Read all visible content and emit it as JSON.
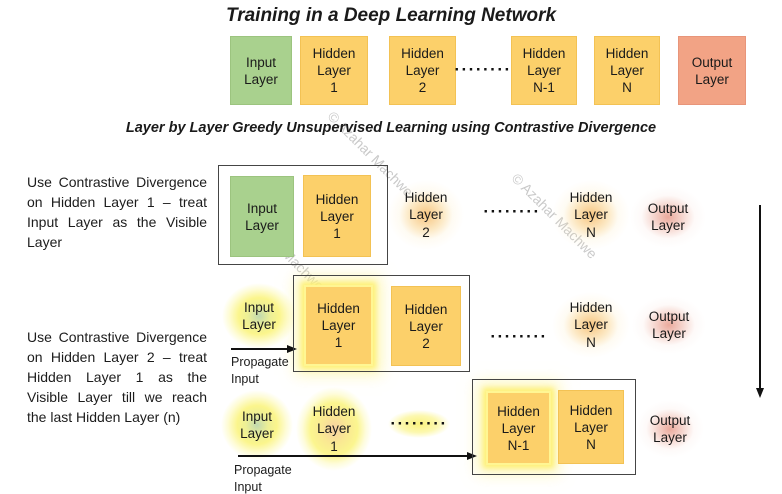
{
  "title": "Training in a Deep Learning Network",
  "subtitle": "Layer by Layer Greedy Unsupervised Learning using Contrastive Divergence",
  "watermark": "© Azahar Machwe",
  "colors": {
    "input_green": "#a9d18e",
    "hidden_orange": "#fcd06a",
    "output_salmon": "#f2a385",
    "highlight_yellow": "#faf378",
    "frame_border": "#454545"
  },
  "network_row": {
    "input": "Input\nLayer",
    "hidden1": "Hidden\nLayer\n1",
    "hidden2": "Hidden\nLayer\n2",
    "dots": "········",
    "hiddenN1": "Hidden\nLayer\nN-1",
    "hiddenN": "Hidden\nLayer\nN",
    "output": "Output\nLayer"
  },
  "step1": {
    "description": "Use Contrastive Divergence on Hidden Layer 1 – treat Input Layer as the Visible Layer",
    "input": "Input\nLayer",
    "hidden1": "Hidden\nLayer\n1",
    "hidden2": "Hidden\nLayer\n2",
    "dots": "········",
    "hiddenN": "Hidden\nLayer\nN",
    "output": "Output\nLayer"
  },
  "step2": {
    "description": "Use Contrastive Divergence on Hidden Layer 2 – treat Hidden Layer 1 as the Visible Layer till we reach the last Hidden Layer (n)",
    "input": "Input\nLayer",
    "propagate_label": "Propagate\nInput",
    "hidden1": "Hidden\nLayer\n1",
    "hidden2": "Hidden\nLayer\n2",
    "dots": "········",
    "hiddenN": "Hidden\nLayer\nN",
    "output": "Output\nLayer"
  },
  "step3": {
    "input": "Input\nLayer",
    "hidden1": "Hidden\nLayer\n1",
    "dots": "········",
    "propagate_label": "Propagate\nInput",
    "hiddenN1": "Hidden\nLayer\nN-1",
    "hiddenN": "Hidden\nLayer\nN",
    "output": "Output\nLayer"
  }
}
